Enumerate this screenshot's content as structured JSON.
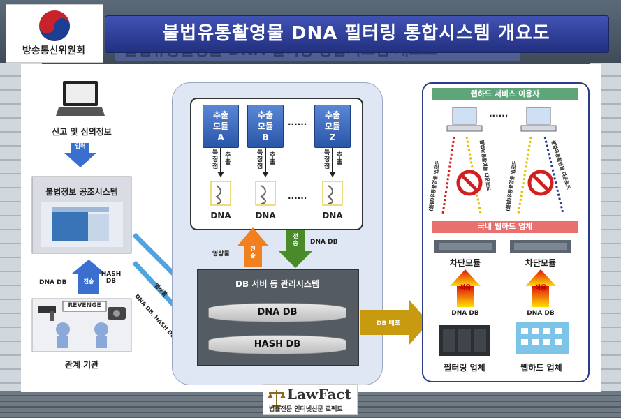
{
  "header": {
    "title": "불법유통촬영물 DNA 필터링 통합시스템 개요도",
    "logo_text": "방송통신위원회"
  },
  "left": {
    "report_info": "신고 및 심의정보",
    "input_label": "입력",
    "sharing_system": "불법정보 공조시스템",
    "dna_db": "DNA DB",
    "transfer": "전송",
    "hash_db": "HASH DB",
    "revenge": "REVENGE",
    "agency": "관계 기관",
    "arrow_video": "영상물",
    "arrow_dbs": "DNA DB, HASH DB"
  },
  "center": {
    "modules": [
      {
        "line1": "추출",
        "line2": "모듈",
        "line3": "A"
      },
      {
        "line1": "추출",
        "line2": "모듈",
        "line3": "B"
      },
      {
        "line1": "추출",
        "line2": "모듈",
        "line3": "Z"
      }
    ],
    "ellipsis": "......",
    "feature": "특징점",
    "extract": "추출",
    "dna": "DNA",
    "video": "영상물",
    "transfer": "전송",
    "dna_db": "DNA DB",
    "db_system": "DB 서버 등 관리시스템",
    "db_dna": "DNA DB",
    "db_hash": "HASH DB",
    "db_deploy": "DB 배포"
  },
  "right": {
    "webhard_users": "웹하드 서비스 이용자",
    "ellipsis": "......",
    "upload_label": "(불법)유통촬영물 업로드",
    "download_label": "불법유통촬영물 다운로드",
    "domestic": "국내 웹하드 업체",
    "block_module": "차단모듈",
    "apply": "적용",
    "dna_db": "DNA DB",
    "filtering_company": "필터링 업체",
    "webhard_company": "웹하드 업체"
  },
  "footer": {
    "brand": "LawFact",
    "tagline": "법률전문 인터넷신문 로펙트"
  },
  "colors": {
    "title_bg": "#2f3fa0",
    "module_blue": "#3a66b8",
    "arrow_blue": "#3a6fd0",
    "arrow_orange": "#f08020",
    "arrow_green": "#4a8a2a",
    "deploy_gold": "#c89a10",
    "prohibit_red": "#d02020"
  }
}
